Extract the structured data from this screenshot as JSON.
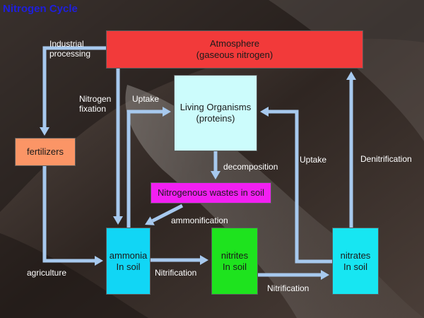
{
  "title": "Nitrogen Cycle",
  "colors": {
    "arrow": "#a7c9ee",
    "atmosphere": "#f23a3a",
    "living": "#ccfcfc",
    "wastes": "#f21ff2",
    "fertilizers": "#fb9566",
    "ammonia": "#11d6f5",
    "nitrites": "#1ee31e",
    "nitrates": "#17e6f2",
    "title_text": "#1f1fdb",
    "label_text": "#ffffff"
  },
  "nodes": {
    "atmosphere": "Atmosphere\n(gaseous nitrogen)",
    "living": "Living Organisms\n(proteins)",
    "wastes": "Nitrogenous wastes in soil",
    "fertilizers": "fertilizers",
    "ammonia": "ammonia\nIn soil",
    "nitrites": "nitrites\nIn soil",
    "nitrates": "nitrates\nIn soil"
  },
  "labels": {
    "industrial": "Industrial\nprocessing",
    "fixation": "Nitrogen\nfixation",
    "uptake_left": "Uptake",
    "uptake_right": "Uptake",
    "decomposition": "decomposition",
    "denitrification": "Denitrification",
    "ammonification": "ammonification",
    "agriculture": "agriculture",
    "nitrification_1": "Nitrification",
    "nitrification_2": "Nitrification"
  },
  "links": [
    {
      "from": "atmosphere",
      "to": "fertilizers",
      "label": "Industrial processing"
    },
    {
      "from": "atmosphere",
      "to": "ammonia",
      "label": "Nitrogen fixation"
    },
    {
      "from": "ammonia",
      "to": "living",
      "label": "Uptake"
    },
    {
      "from": "nitrates",
      "to": "living",
      "label": "Uptake"
    },
    {
      "from": "living",
      "to": "wastes",
      "label": "decomposition"
    },
    {
      "from": "wastes",
      "to": "ammonia",
      "label": "ammonification"
    },
    {
      "from": "fertilizers",
      "to": "ammonia",
      "label": "agriculture"
    },
    {
      "from": "ammonia",
      "to": "nitrites",
      "label": "Nitrification"
    },
    {
      "from": "nitrites",
      "to": "nitrates",
      "label": "Nitrification"
    },
    {
      "from": "nitrates",
      "to": "atmosphere",
      "label": "Denitrification"
    }
  ]
}
